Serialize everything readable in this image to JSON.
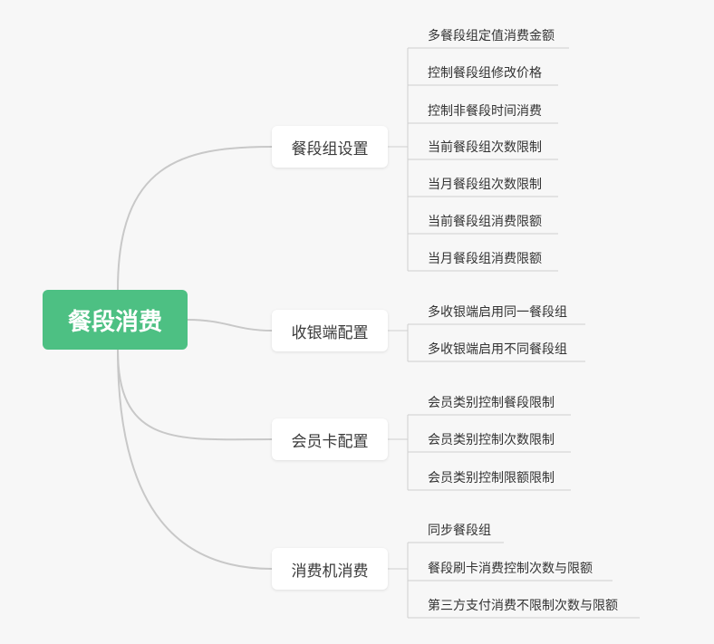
{
  "root": {
    "label": "餐段消费"
  },
  "branches": [
    {
      "label": "餐段组设置",
      "leaves": [
        "多餐段组定值消费金额",
        "控制餐段组修改价格",
        "控制非餐段时间消费",
        "当前餐段组次数限制",
        "当月餐段组次数限制",
        "当前餐段组消费限额",
        "当月餐段组消费限额"
      ]
    },
    {
      "label": "收银端配置",
      "leaves": [
        "多收银端启用同一餐段组",
        "多收银端启用不同餐段组"
      ]
    },
    {
      "label": "会员卡配置",
      "leaves": [
        "会员类别控制餐段限制",
        "会员类别控制次数限制",
        "会员类别控制限额限制"
      ]
    },
    {
      "label": "消费机消费",
      "leaves": [
        "同步餐段组",
        "餐段刷卡消费控制次数与限额",
        "第三方支付消费不限制次数与限额"
      ]
    }
  ],
  "colors": {
    "root_fill": "#4dc083",
    "connector": "#c8c8c8",
    "underline": "#cfcfcf",
    "background": "#f7f7f7"
  }
}
